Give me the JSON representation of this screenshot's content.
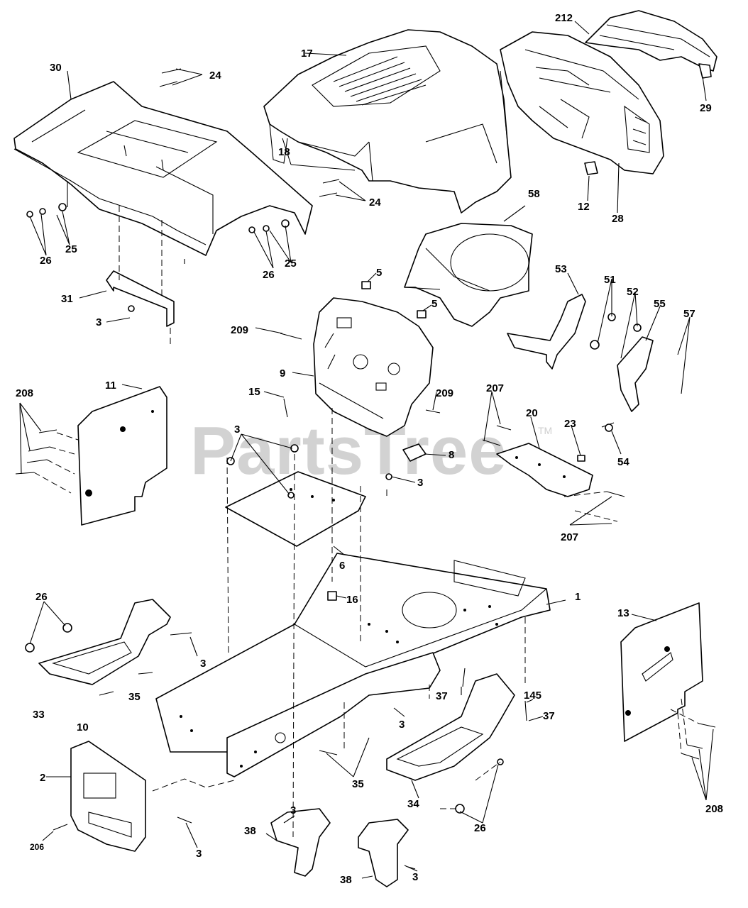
{
  "watermark": {
    "text": "PartsTree",
    "trademark": "TM"
  },
  "callouts": {
    "c1": "1",
    "c2": "2",
    "c3a": "3",
    "c3b": "3",
    "c3c": "3",
    "c3d": "3",
    "c3e": "3",
    "c3f": "3",
    "c3g": "3",
    "c3h": "3",
    "c5a": "5",
    "c5b": "5",
    "c6": "6",
    "c8": "8",
    "c9": "9",
    "c10": "10",
    "c11": "11",
    "c12": "12",
    "c13": "13",
    "c15": "15",
    "c16": "16",
    "c17": "17",
    "c18": "18",
    "c20": "20",
    "c23": "23",
    "c24a": "24",
    "c24b": "24",
    "c25a": "25",
    "c25b": "25",
    "c26a": "26",
    "c26b": "26",
    "c26c": "26",
    "c26d": "26",
    "c28": "28",
    "c29": "29",
    "c30": "30",
    "c31": "31",
    "c33": "33",
    "c34": "34",
    "c35a": "35",
    "c35b": "35",
    "c37a": "37",
    "c37b": "37",
    "c38a": "38",
    "c38b": "38",
    "c51": "51",
    "c52": "52",
    "c53": "53",
    "c54": "54",
    "c55": "55",
    "c57": "57",
    "c58": "58",
    "c145": "145",
    "c206": "206",
    "c207a": "207",
    "c207b": "207",
    "c208a": "208",
    "c208b": "208",
    "c209a": "209",
    "c209b": "209",
    "c212": "212"
  }
}
